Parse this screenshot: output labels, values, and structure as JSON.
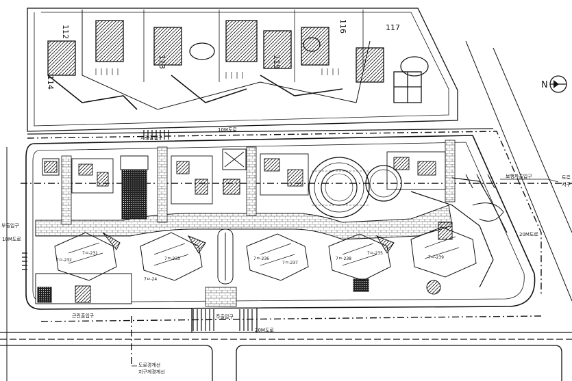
{
  "labels": {
    "north": "N",
    "road_north": "10M도로",
    "road_east": "20M도로",
    "road_south": "20M도로",
    "road_west": "10M도로",
    "gate_main": "주출입구",
    "gate_sub": "근린출입구",
    "gate_north": "차량출입구",
    "gate_east": "보행자출입구",
    "boundary_road": "도로경계선",
    "boundary_site": "지구계경계선",
    "west_small": "부출입구",
    "east_small_1": "도로",
    "east_small_2": "지구",
    "unit_top_left": "114",
    "unit_top_1": "112",
    "unit_top_2": "113",
    "unit_top_3": "115",
    "unit_top_4": "116",
    "unit_top_5": "117"
  },
  "building_labels": [
    "7ㅁ-232",
    "7ㅁ-231",
    "7ㅁ-24",
    "7ㅁ-233",
    "7ㅁ-236",
    "7ㅁ-237",
    "7ㅁ-238",
    "7ㅁ-235",
    "7ㅁ-239"
  ],
  "colors": {
    "ink": "#111111",
    "paper": "#ffffff",
    "grey": "#9a9a9a"
  }
}
